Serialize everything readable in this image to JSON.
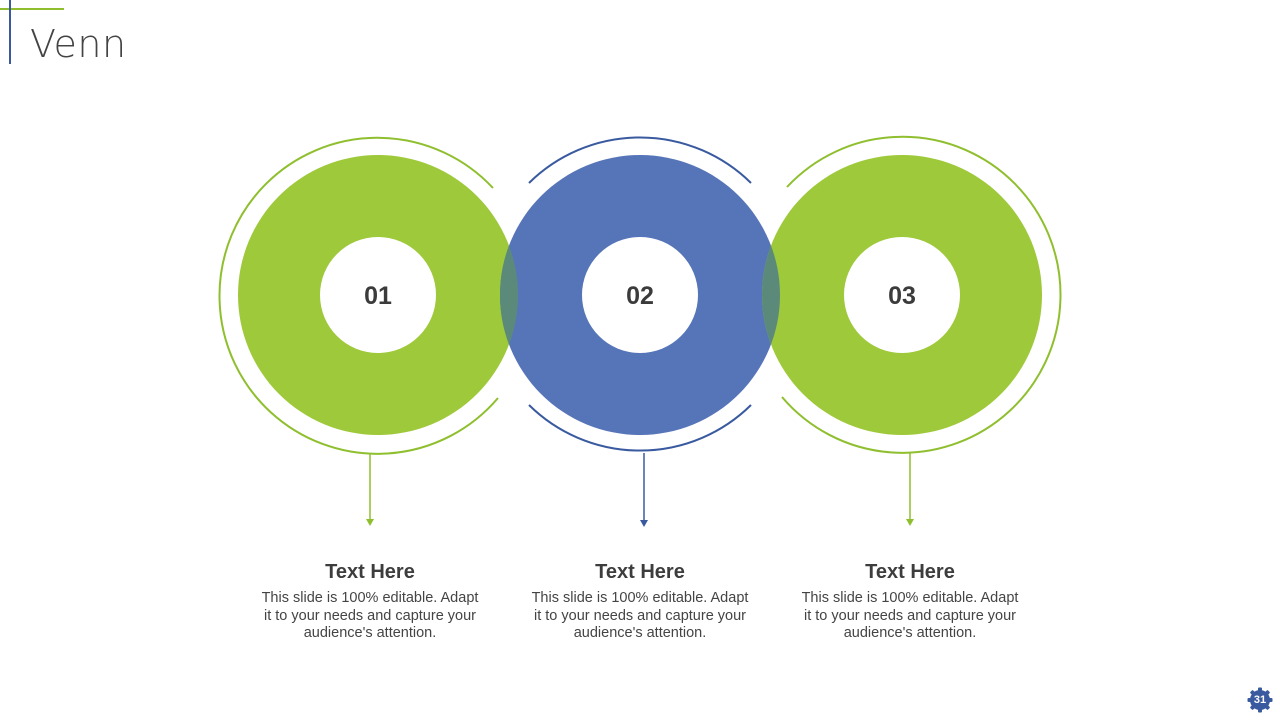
{
  "title": "Venn",
  "page_number": "31",
  "colors": {
    "green": "#9ec93a",
    "blue": "#5675b8",
    "overlap": "#5c8a7a",
    "outline_green": "#8fbf2e",
    "outline_blue": "#3a5aa0"
  },
  "circles": [
    {
      "number": "01",
      "color": "green"
    },
    {
      "number": "02",
      "color": "blue"
    },
    {
      "number": "03",
      "color": "green"
    }
  ],
  "blocks": [
    {
      "heading": "Text Here",
      "line1": "This slide is 100% editable. Adapt",
      "line2": "it to your needs and capture your",
      "line3": "audience's attention."
    },
    {
      "heading": "Text Here",
      "line1": "This slide is 100% editable. Adapt",
      "line2": "it to your needs and capture your",
      "line3": "audience's attention."
    },
    {
      "heading": "Text Here",
      "line1": "This slide is 100% editable. Adapt",
      "line2": "it to your needs and capture your",
      "line3": "audience's attention."
    }
  ]
}
